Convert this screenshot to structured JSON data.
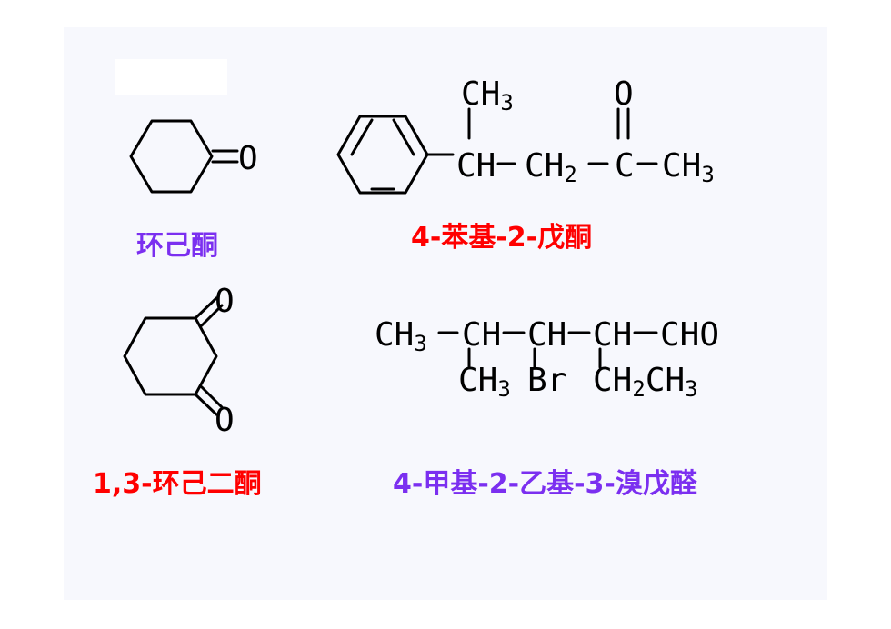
{
  "colors": {
    "red": "#ff0000",
    "purple": "#7b2ff0",
    "background": "#f7f8fd"
  },
  "structures": {
    "cyclohexanone": {
      "oxygen": "O"
    },
    "phenylpentanone": {
      "methyl_top": {
        "base": "CH",
        "sub": "3"
      },
      "oxygen": "O",
      "chain": [
        {
          "base": "CH"
        },
        {
          "base": "CH",
          "sub": "2"
        },
        {
          "base": "C"
        },
        {
          "base": "CH",
          "sub": "3"
        }
      ]
    },
    "cyclohexanedione": {
      "oxygen_top": "O",
      "oxygen_bottom": "O"
    },
    "pentanal": {
      "chain": [
        {
          "base": "CH",
          "sub": "3"
        },
        {
          "base": "CH"
        },
        {
          "base": "CH"
        },
        {
          "base": "CH"
        },
        {
          "base": "CHO"
        }
      ],
      "branch_methyl": {
        "base": "CH",
        "sub": "3"
      },
      "branch_bromo": "Br",
      "branch_ethyl": {
        "base1": "CH",
        "sub1": "2",
        "base2": "CH",
        "sub2": "3"
      }
    }
  },
  "names": {
    "cyclohexanone": "环己酮",
    "phenylpentanone": "4-苯基-2-戊酮",
    "cyclohexanedione": "1,3-环己二酮",
    "pentanal": "4-甲基-2-乙基-3-溴戊醛"
  }
}
